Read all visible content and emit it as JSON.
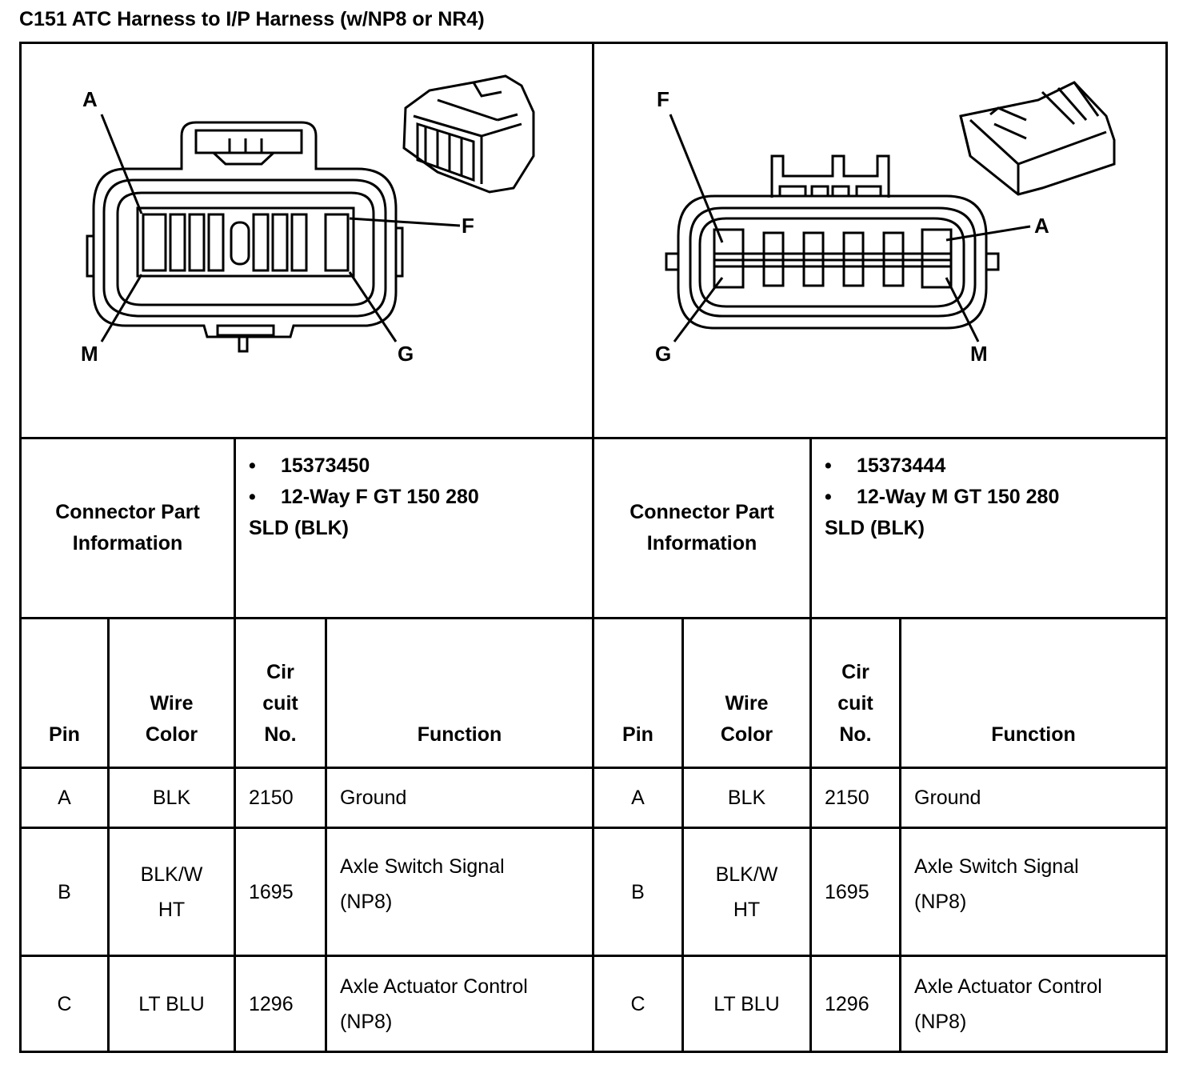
{
  "title": "C151 ATC Harness to I/P Harness (w/NP8 or NR4)",
  "left": {
    "diagram_labels": {
      "a": "A",
      "f": "F",
      "m": "M",
      "g": "G"
    },
    "connector_info_label": "Connector Part Information",
    "part_lines": [
      "15373450",
      "12-Way F GT 150 280"
    ],
    "part_tail": "SLD (BLK)",
    "headers": {
      "pin": "Pin",
      "wire_color": "Wire Color",
      "circuit": "Cir cuit No.",
      "function": "Function"
    },
    "rows": [
      {
        "pin": "A",
        "wire": "BLK",
        "circuit": "2150",
        "function": "Ground"
      },
      {
        "pin": "B",
        "wire": "BLK/W HT",
        "circuit": "1695",
        "function": "Axle Switch Signal (NP8)"
      },
      {
        "pin": "C",
        "wire": "LT BLU",
        "circuit": "1296",
        "function": "Axle Actuator Control (NP8)"
      }
    ]
  },
  "right": {
    "diagram_labels": {
      "f": "F",
      "a": "A",
      "g": "G",
      "m": "M"
    },
    "connector_info_label": "Connector Part Information",
    "part_lines": [
      "15373444",
      "12-Way M GT 150 280"
    ],
    "part_tail": "SLD (BLK)",
    "headers": {
      "pin": "Pin",
      "wire_color": "Wire Color",
      "circuit": "Cir cuit No.",
      "function": "Function"
    },
    "rows": [
      {
        "pin": "A",
        "wire": "BLK",
        "circuit": "2150",
        "function": "Ground"
      },
      {
        "pin": "B",
        "wire": "BLK/W HT",
        "circuit": "1695",
        "function": "Axle Switch Signal (NP8)"
      },
      {
        "pin": "C",
        "wire": "LT BLU",
        "circuit": "1296",
        "function": "Axle Actuator Control (NP8)"
      }
    ]
  }
}
